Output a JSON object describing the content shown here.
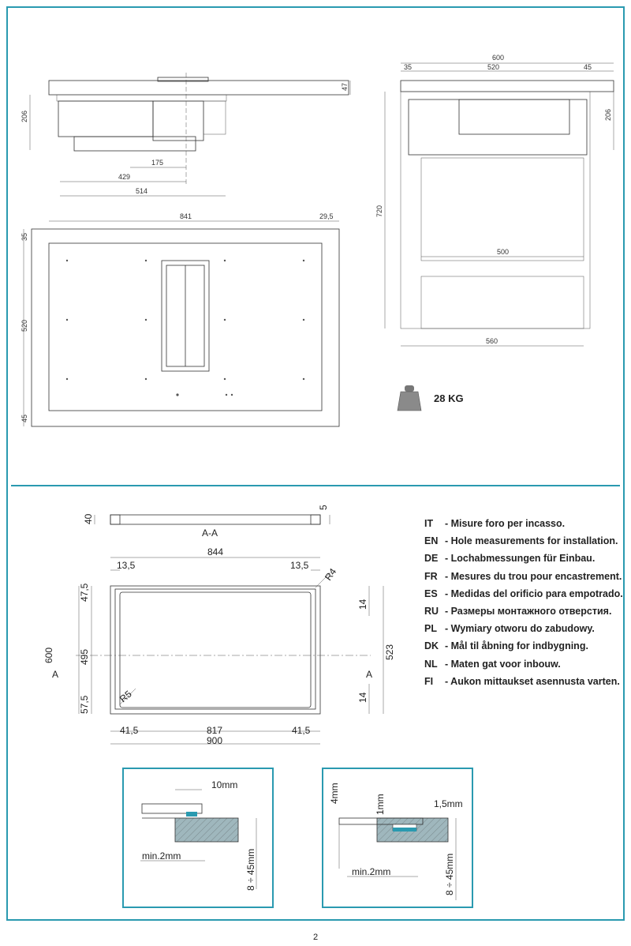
{
  "top_side_view": {
    "dims": [
      "206",
      "47",
      "175",
      "429",
      "514"
    ]
  },
  "top_plan_view": {
    "dims": [
      "841",
      "29,5",
      "35",
      "520",
      "45"
    ]
  },
  "cabinet_view": {
    "dims": [
      "600",
      "35",
      "520",
      "45",
      "206",
      "720",
      "500",
      "560"
    ]
  },
  "weight": {
    "icon": "weight-icon",
    "label": "28 KG"
  },
  "cutout_section": {
    "dims": [
      "40",
      "5"
    ],
    "label": "A-A"
  },
  "cutout_plan": {
    "dims_top": [
      "844",
      "13,5",
      "13,5",
      "R4"
    ],
    "dims_left": [
      "47,5",
      "600",
      "A",
      "495",
      "57,5"
    ],
    "dims_right": [
      "14",
      "523",
      "A",
      "14"
    ],
    "dims_bottom": [
      "41,5",
      "817",
      "41,5",
      "900"
    ],
    "radius_inner": "R5"
  },
  "legend": [
    {
      "code": "IT",
      "text": "- Misure foro per incasso."
    },
    {
      "code": "EN",
      "text": "- Hole measurements for installation."
    },
    {
      "code": "DE",
      "text": "- Lochabmessungen für Einbau."
    },
    {
      "code": "FR",
      "text": "- Mesures du trou pour encastrement."
    },
    {
      "code": "ES",
      "text": "- Medidas del orificio para empotrado."
    },
    {
      "code": "RU",
      "text": "- Размеры монтажного отверстия."
    },
    {
      "code": "PL",
      "text": "- Wymiary otworu do zabudowy."
    },
    {
      "code": "DK",
      "text": "- Mål til åbning for indbygning."
    },
    {
      "code": "NL",
      "text": "- Maten gat voor inbouw."
    },
    {
      "code": "FI",
      "text": "- Aukon mittaukset asennusta varten."
    }
  ],
  "detail_left": {
    "dims": [
      "10mm",
      "min.2mm",
      "8 ÷ 45mm"
    ]
  },
  "detail_right": {
    "dims": [
      "4mm",
      "1mm",
      "1,5mm",
      "min.2mm",
      "8 ÷ 45mm"
    ]
  },
  "page_number": "2",
  "colors": {
    "accent": "#2a9ab0",
    "teal_seal": "#2a9ab0",
    "hatch": "#9fb7bd"
  }
}
